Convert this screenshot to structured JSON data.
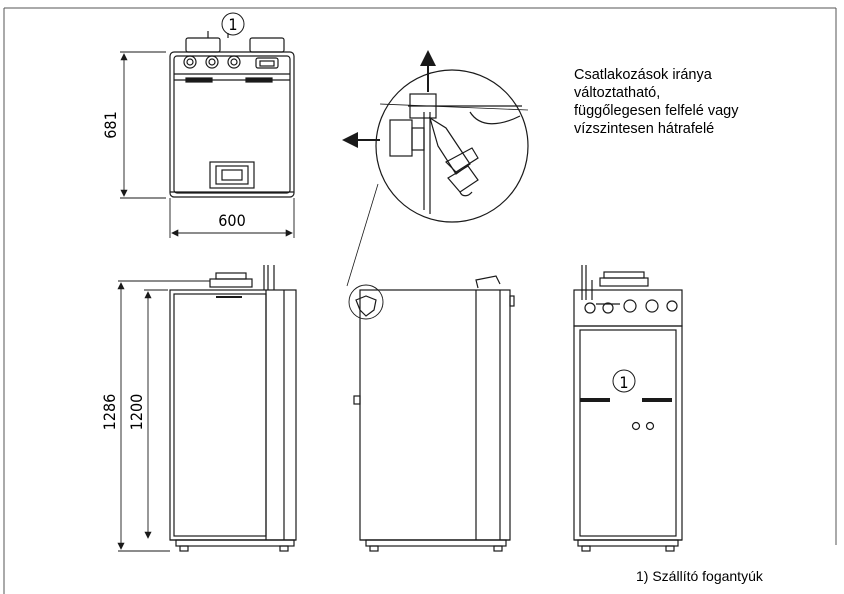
{
  "callout_marker": "1",
  "dimensions": {
    "top_depth": "681",
    "top_width": "600",
    "height_total": "1286",
    "height_body": "1200"
  },
  "note": {
    "lines": [
      "Csatlakozások iránya",
      "változtatható,",
      "függőlegesen felfelé vagy",
      "vízszintesen hátrafelé"
    ]
  },
  "footnote": {
    "number": "1)",
    "text": "Szállító fogantyúk"
  },
  "colors": {
    "line": "#1a1a1a",
    "frame": "#555555"
  }
}
